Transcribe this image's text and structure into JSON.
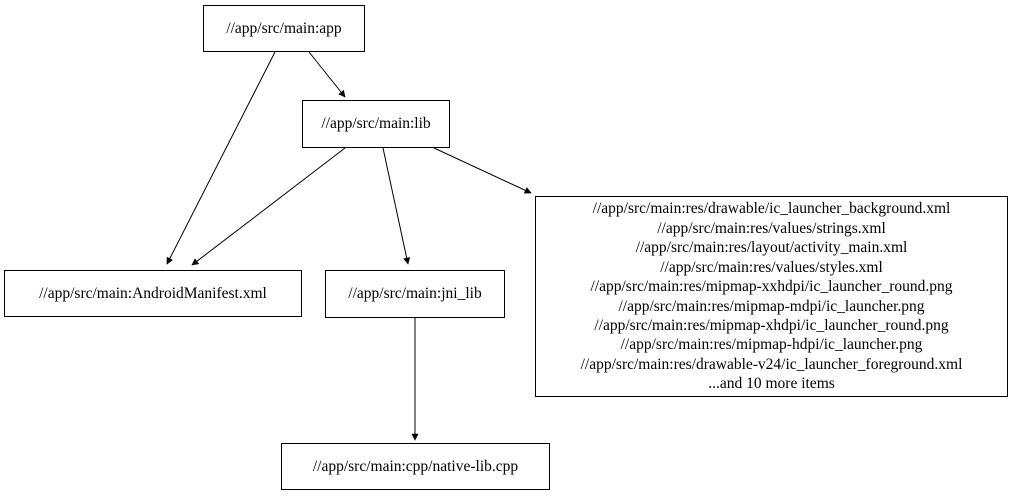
{
  "canvas": {
    "background_color": "#ffffff",
    "node_border_color": "#000000",
    "edge_color": "#000000",
    "text_color": "#000000"
  },
  "graph": {
    "type": "directed-dependency-graph",
    "nodes": {
      "app": {
        "label": "//app/src/main:app"
      },
      "lib": {
        "label": "//app/src/main:lib"
      },
      "manifest": {
        "label": "//app/src/main:AndroidManifest.xml"
      },
      "jni_lib": {
        "label": "//app/src/main:jni_lib"
      },
      "cpp": {
        "label": "//app/src/main:cpp/native-lib.cpp"
      },
      "res": {
        "lines": [
          "//app/src/main:res/drawable/ic_launcher_background.xml",
          "//app/src/main:res/values/strings.xml",
          "//app/src/main:res/layout/activity_main.xml",
          "//app/src/main:res/values/styles.xml",
          "//app/src/main:res/mipmap-xxhdpi/ic_launcher_round.png",
          "//app/src/main:res/mipmap-mdpi/ic_launcher.png",
          "//app/src/main:res/mipmap-xhdpi/ic_launcher_round.png",
          "//app/src/main:res/mipmap-hdpi/ic_launcher.png",
          "//app/src/main:res/drawable-v24/ic_launcher_foreground.xml",
          "...and 10 more items"
        ]
      }
    },
    "edges": [
      {
        "from": "app",
        "to": "lib"
      },
      {
        "from": "app",
        "to": "manifest"
      },
      {
        "from": "lib",
        "to": "manifest"
      },
      {
        "from": "lib",
        "to": "jni_lib"
      },
      {
        "from": "lib",
        "to": "res"
      },
      {
        "from": "jni_lib",
        "to": "cpp"
      }
    ]
  }
}
